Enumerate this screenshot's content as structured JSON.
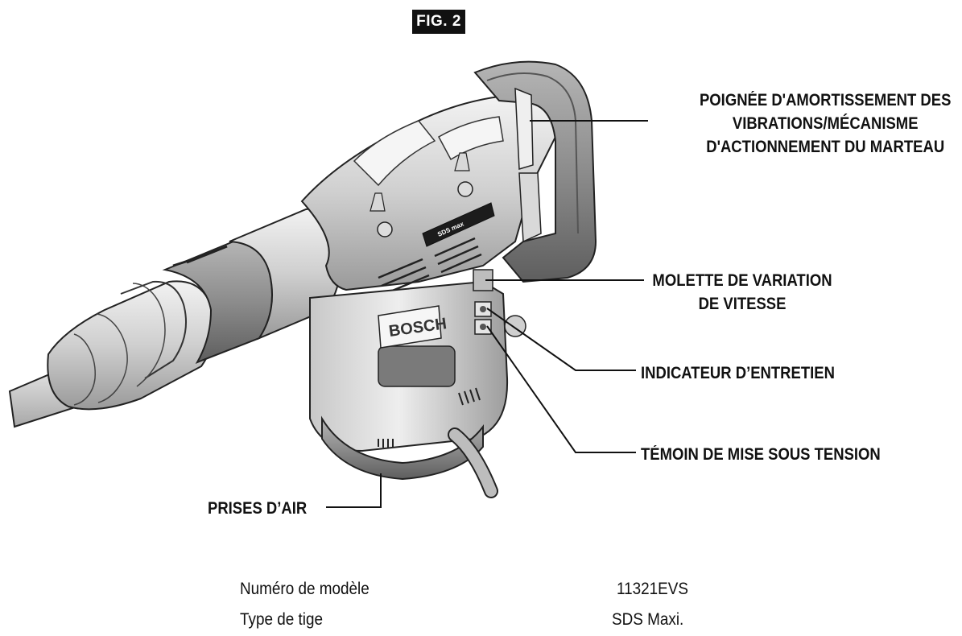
{
  "figure": {
    "label": "FIG. 2"
  },
  "tool": {
    "brand": "BOSCH",
    "series_marking": "SDS max"
  },
  "callouts": [
    {
      "id": "vibration-damping-handle",
      "lines": [
        "POIGNÉE D'AMORTISSEMENT DES",
        "VIBRATIONS/MÉCANISME",
        "D'ACTIONNEMENT DU MARTEAU"
      ]
    },
    {
      "id": "speed-control-dial",
      "lines": [
        "MOLETTE DE VARIATION",
        "DE VITESSE"
      ]
    },
    {
      "id": "service-indicator",
      "lines": [
        "INDICATEUR D’ENTRETIEN"
      ]
    },
    {
      "id": "power-indicator",
      "lines": [
        "TÉMOIN DE MISE SOUS TENSION"
      ]
    },
    {
      "id": "air-vents",
      "lines": [
        "PRISES D’AIR"
      ]
    }
  ],
  "specs": [
    {
      "label": "Numéro de modèle",
      "value": "11321EVS"
    },
    {
      "label": "Type de tige",
      "value": "SDS Maxi."
    }
  ]
}
